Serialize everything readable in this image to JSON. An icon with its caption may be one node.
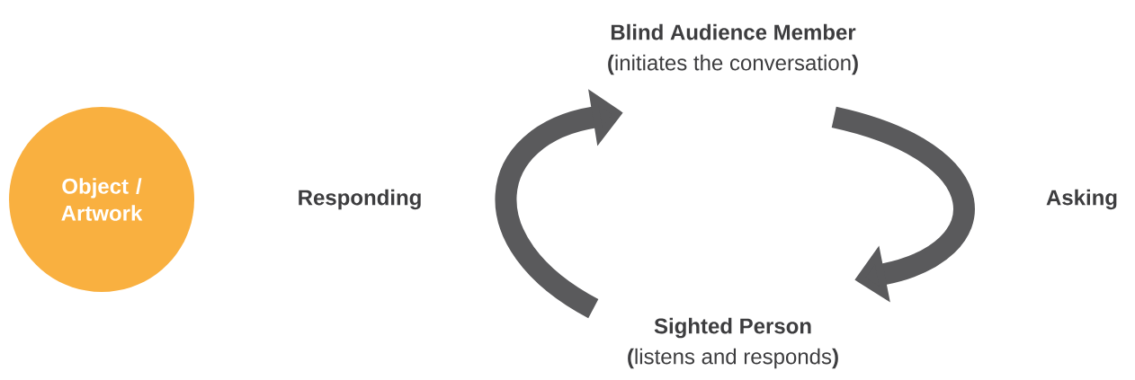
{
  "diagram": {
    "nodes": [
      {
        "text": [
          "Object / Artwork"
        ]
      },
      {
        "text": [
          "Blind Audience Member",
          "**(**initiates the conversation**)**"
        ]
      },
      {
        "text": [
          "Sighted Person",
          "**(**listens and responds**)**"
        ]
      }
    ],
    "edges": [
      {
        "from": 1,
        "to": 2,
        "arrow": "to",
        "label": "Asking"
      },
      {
        "from": 2,
        "to": 1,
        "arrow": "to",
        "label": "Responding"
      }
    ]
  }
}
